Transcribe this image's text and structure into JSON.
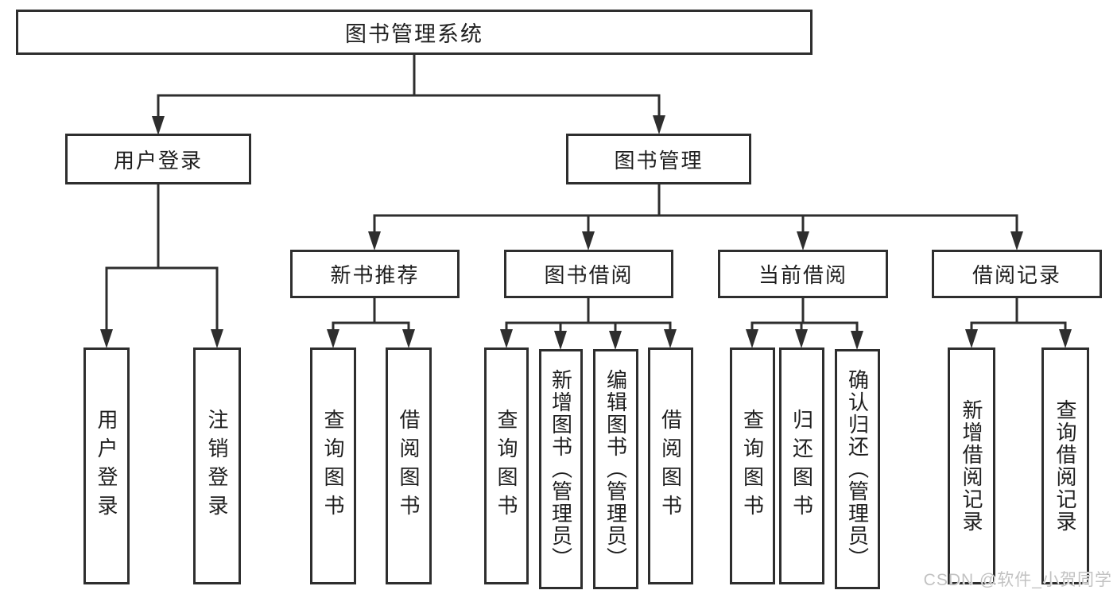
{
  "diagram": {
    "title": "图书管理系统",
    "tree": {
      "root": "图书管理系统",
      "branches": [
        {
          "label": "用户登录",
          "children": [
            "用户登录",
            "注销登录"
          ]
        },
        {
          "label": "图书管理",
          "groups": [
            {
              "label": "新书推荐",
              "children": [
                "查询图书",
                "借阅图书"
              ]
            },
            {
              "label": "图书借阅",
              "children": [
                "查询图书",
                "新增图书（管理员）",
                "编辑图书（管理员）",
                "借阅图书"
              ]
            },
            {
              "label": "当前借阅",
              "children": [
                "查询图书",
                "归还图书",
                "确认归还（管理员）"
              ]
            },
            {
              "label": "借阅记录",
              "children": [
                "新增借阅记录",
                "查询借阅记录"
              ]
            }
          ]
        }
      ]
    },
    "colors": {
      "line": "#2e2e2e",
      "box_border": "#2e2e2e",
      "box_fill": "#ffffff",
      "text": "#1f1f1f",
      "watermark": "#c2c2c2",
      "background": "#ffffff"
    }
  },
  "watermark": "CSDN @软件_小贺同学"
}
